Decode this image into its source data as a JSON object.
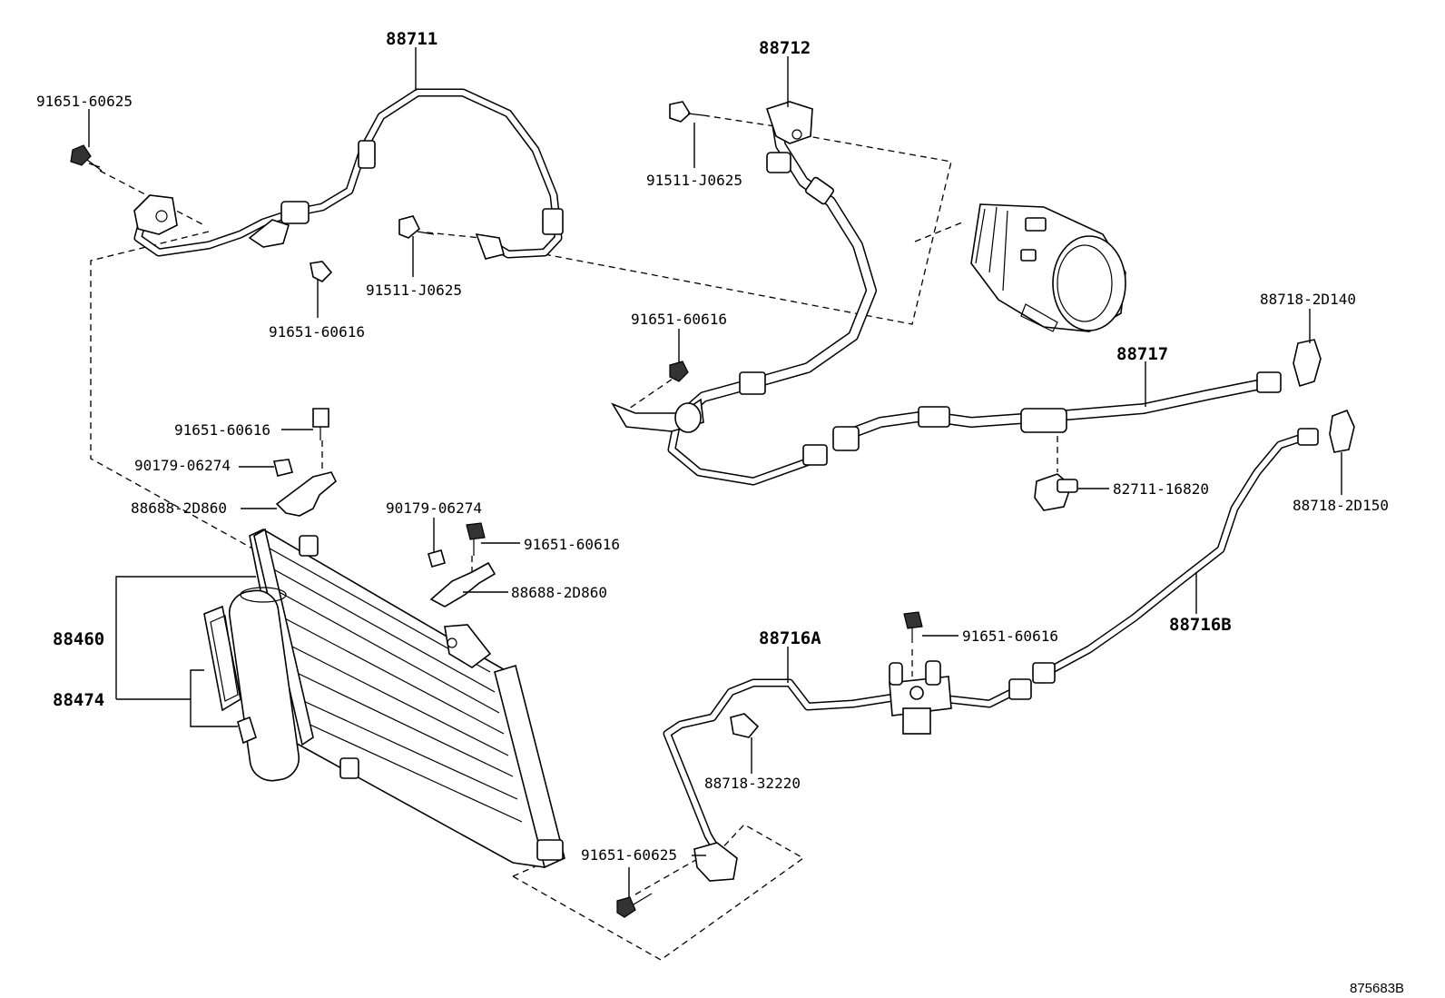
{
  "diagram": {
    "id_label": "875683B",
    "parts": {
      "p88711": "88711",
      "p88712": "88712",
      "p88717": "88717",
      "p88716a": "88716A",
      "p88716b": "88716B",
      "p88460": "88460",
      "p88474": "88474",
      "bolt_91651_60625_top": "91651-60625",
      "bolt_91651_60616_top": "91651-60616",
      "bolt_91511_j0625_left": "91511-J0625",
      "bolt_91511_j0625_right": "91511-J0625",
      "bolt_91651_60616_mid": "91651-60616",
      "bolt_91651_60616_left": "91651-60616",
      "nut_90179_06274_left": "90179-06274",
      "bracket_88688_2d860_left": "88688-2D860",
      "nut_90179_06274_center": "90179-06274",
      "bolt_91651_60616_center": "91651-60616",
      "bracket_88688_2d860_center": "88688-2D860",
      "clamp_88718_2d140": "88718-2D140",
      "clamp_82711_16820": "82711-16820",
      "clamp_88718_2d150": "88718-2D150",
      "bolt_91651_60616_block": "91651-60616",
      "clamp_88718_32220": "88718-32220",
      "bolt_91651_60625_bottom": "91651-60625"
    }
  }
}
